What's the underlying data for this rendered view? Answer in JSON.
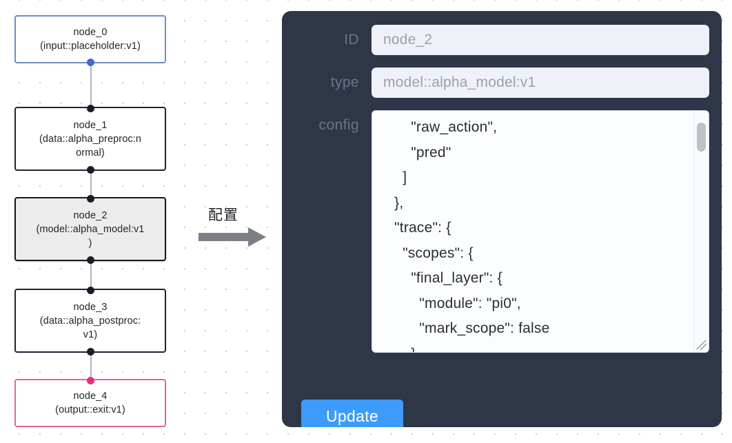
{
  "canvas": {
    "grid": "dotted",
    "background_color": "#ffffff",
    "dot_color": "#c9ccd4"
  },
  "flow": {
    "nodes": [
      {
        "id": "node_0",
        "label": "node_0\n(input::placeholder:v1)",
        "kind": "input",
        "border_color": "#6d8cc6",
        "selected": false
      },
      {
        "id": "node_1",
        "label": "node_1\n(data::alpha_preproc:n\normal)",
        "kind": "data",
        "border_color": "#1f2233",
        "selected": false
      },
      {
        "id": "node_2",
        "label": "node_2\n(model::alpha_model:v1\n)",
        "kind": "model",
        "border_color": "#15161f",
        "selected": true
      },
      {
        "id": "node_3",
        "label": "node_3\n(data::alpha_postproc:\nv1)",
        "kind": "data",
        "border_color": "#1f2233",
        "selected": false
      },
      {
        "id": "node_4",
        "label": "node_4\n(output::exit:v1)",
        "kind": "output",
        "border_color": "#e0659c",
        "selected": false
      }
    ],
    "edges": [
      {
        "from": "node_0",
        "to": "node_1"
      },
      {
        "from": "node_1",
        "to": "node_2"
      },
      {
        "from": "node_2",
        "to": "node_3"
      },
      {
        "from": "node_3",
        "to": "node_4"
      }
    ],
    "port_colors": {
      "default": "#1a1c28",
      "input_source": "#3d6fc4",
      "output_target": "#ee2a7b"
    }
  },
  "arrow": {
    "caption": "配置",
    "color": "#7c7f86",
    "direction": "right"
  },
  "config_panel": {
    "background_color": "#2e3648",
    "fields": [
      {
        "key": "id",
        "label": "ID",
        "value": "node_2",
        "placeholder": "node_2"
      },
      {
        "key": "type",
        "label": "type",
        "value": "model::alpha_model:v1",
        "placeholder": "model::alpha_model:v1"
      },
      {
        "key": "config",
        "label": "config",
        "value": "        \"raw_action\",\n        \"pred\"\n      ]\n    },\n    \"trace\": {\n      \"scopes\": {\n        \"final_layer\": {\n          \"module\": \"pi0\",\n          \"mark_scope\": false\n        },\n        \"action_model\": {",
        "scroll_position": "middle"
      }
    ],
    "update_button": {
      "label": "Update",
      "color": "#3d9bfb",
      "text_color": "#ffffff"
    }
  }
}
